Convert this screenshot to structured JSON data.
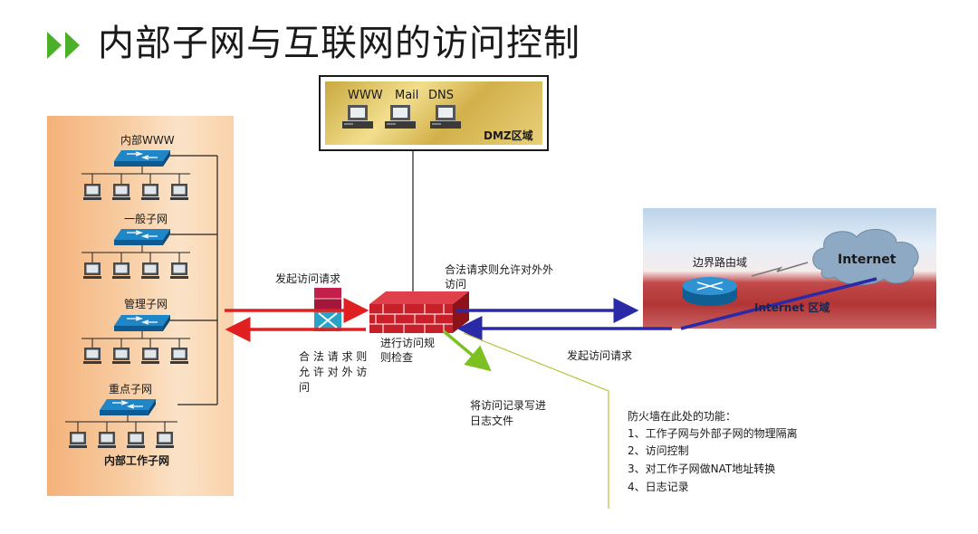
{
  "title": "内部子网与互联网的访问控制",
  "inner_network": {
    "segments": [
      {
        "label": "内部WWW"
      },
      {
        "label": "一般子网"
      },
      {
        "label": "管理子网"
      },
      {
        "label": "重点子网"
      }
    ],
    "caption": "内部工作子网"
  },
  "dmz": {
    "server_labels": [
      "WWW",
      "Mail",
      "DNS"
    ],
    "zone_label": "DMZ区域"
  },
  "internet": {
    "border_label": "边界路由域",
    "cloud_label": "Internet",
    "zone_label": "Internet 区域"
  },
  "labels": {
    "outgoing_request": "发起访问请求",
    "allow_outbound_left": [
      "合 法 请 求 则",
      "允 许 对 外 访",
      "问"
    ],
    "allow_outbound_right": [
      "合法请求则允许对外外",
      "访问"
    ],
    "rule_check": [
      "进行访问规",
      "则检查"
    ],
    "incoming_request": "发起访问请求",
    "log_write": [
      "将访问记录写进",
      "日志文件"
    ]
  },
  "firewall_functions": {
    "heading": "防火墙在此处的功能：",
    "items": [
      "1、工作子网与外部子网的物理隔离",
      "2、访问控制",
      "3、对工作子网做NAT地址转换",
      "4、日志记录"
    ]
  },
  "colors": {
    "accent_green": "#4caf2a",
    "arrow_red": "#e02020",
    "arrow_blue": "#2a2aa8",
    "arrow_green": "#7cc021",
    "firewall_red": "#c8202a"
  }
}
